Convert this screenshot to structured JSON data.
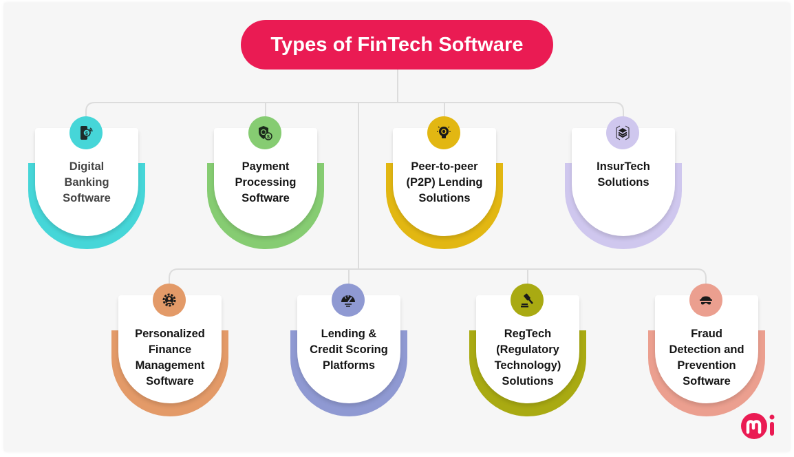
{
  "title": "Types of FinTech Software",
  "colors": {
    "title_bg": "#ea1b53",
    "connector": "#dcdcdc",
    "background": "#f6f6f6"
  },
  "row1": [
    {
      "label": "Digital Banking Software",
      "lines": [
        "Digital",
        "Banking",
        "Software"
      ],
      "color": "#46d6d8",
      "icon": "mobile-payment-icon"
    },
    {
      "label": "Payment Processing Software",
      "lines": [
        "Payment",
        "Processing",
        "Software"
      ],
      "color": "#86cc72",
      "icon": "shield-dollar-icon"
    },
    {
      "label": "Peer-to-peer (P2P) Lending Solutions",
      "lines": [
        "Peer-to-peer",
        "(P2P) Lending",
        "Solutions"
      ],
      "color": "#e2b712",
      "icon": "lightbulb-gear-icon"
    },
    {
      "label": "InsurTech Solutions",
      "lines": [
        "InsurTech",
        "Solutions"
      ],
      "color": "#cfc7ee",
      "icon": "layers-icon"
    }
  ],
  "row2": [
    {
      "label": "Personalized Finance Management Software",
      "lines": [
        "Personalized",
        "Finance",
        "Management",
        "Software"
      ],
      "color": "#e39a68",
      "icon": "gear-user-icon"
    },
    {
      "label": "Lending & Credit Scoring Platforms",
      "lines": [
        "Lending &",
        "Credit Scoring",
        "Platforms"
      ],
      "color": "#8f99d2",
      "icon": "gauge-icon"
    },
    {
      "label": "RegTech (Regulatory Technology) Solutions",
      "lines": [
        "RegTech",
        "(Regulatory",
        "Technology)",
        "Solutions"
      ],
      "color": "#a9aa12",
      "icon": "gavel-icon"
    },
    {
      "label": "Fraud Detection and Prevention Software",
      "lines": [
        "Fraud",
        "Detection and",
        "Prevention",
        "Software"
      ],
      "color": "#eb9f8f",
      "icon": "spy-icon"
    }
  ],
  "logo": {
    "text": "mi",
    "color": "#ea1b53"
  }
}
